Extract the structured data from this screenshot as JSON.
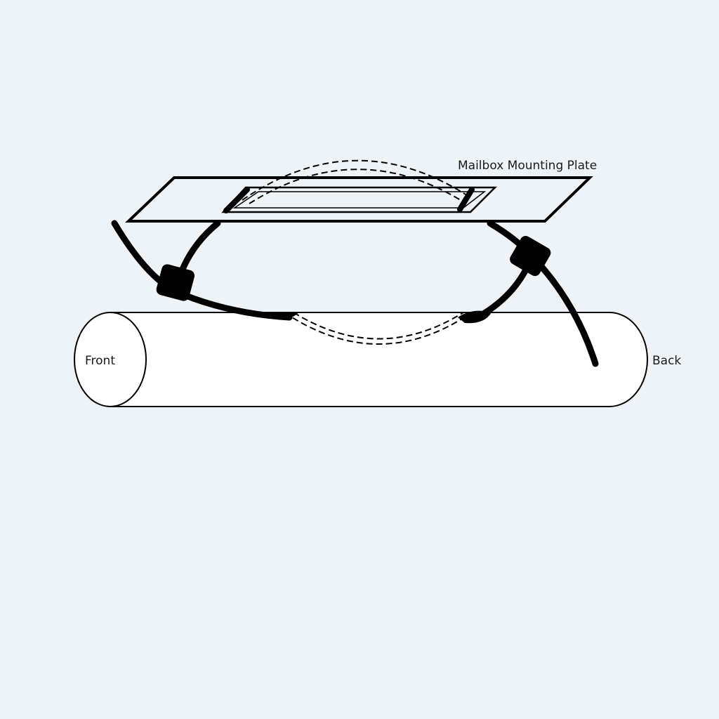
{
  "diagram": {
    "plate_label": "Mailbox Mounting Plate",
    "front_label": "Front",
    "back_label": "Back"
  }
}
